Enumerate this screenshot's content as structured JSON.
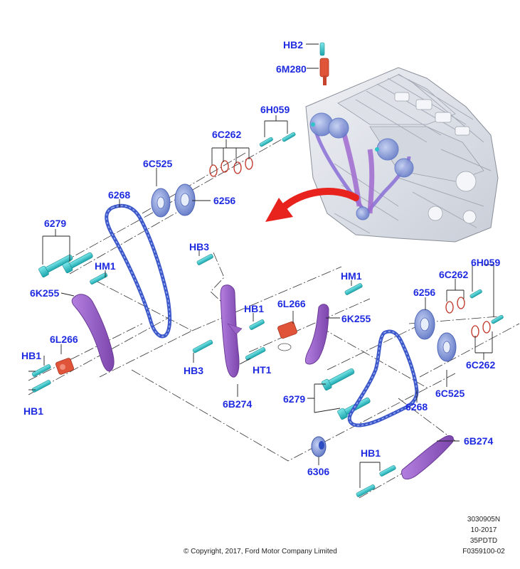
{
  "labels": {
    "hb2": "HB2",
    "m280": "6M280",
    "h059_top": "6H059",
    "c262_top": "6C262",
    "c525_top": "6C525",
    "n6268_top": "6268",
    "n6256_top": "6256",
    "n6279_left": "6279",
    "hb3_top": "HB3",
    "hm1_left": "HM1",
    "k255_left": "6K255",
    "l266_left": "6L266",
    "hb1_left_a": "HB1",
    "hb1_left_b": "HB1",
    "hm1_right": "HM1",
    "h059_right": "6H059",
    "c262_right_top": "6C262",
    "n6256_right": "6256",
    "l266_mid": "6L266",
    "k255_right": "6K255",
    "hb1_mid": "HB1",
    "ht1": "HT1",
    "hb3_mid": "HB3",
    "b274_mid": "6B274",
    "c262_right_bottom": "6C262",
    "c525_right": "6C525",
    "n6279_right": "6279",
    "n6268_right": "6268",
    "b274_right": "6B274",
    "hb1_bottom": "HB1",
    "n6306": "6306"
  },
  "doc_meta": {
    "line1": "3030905N",
    "line2": "10-2017",
    "line3": "35PDTD",
    "line4": "F0359100-02"
  },
  "copyright": "© Copyright, 2017, Ford Motor Company Limited",
  "colors": {
    "label": "#1f2be0",
    "chain": "#3b57c9",
    "guide": "#9a63c6",
    "tensioner": "#e0553a",
    "bolt": "#2ec4c9",
    "arrow": "#e8231d",
    "oring": "#c0392b",
    "sprocket": "#7f95d6"
  }
}
